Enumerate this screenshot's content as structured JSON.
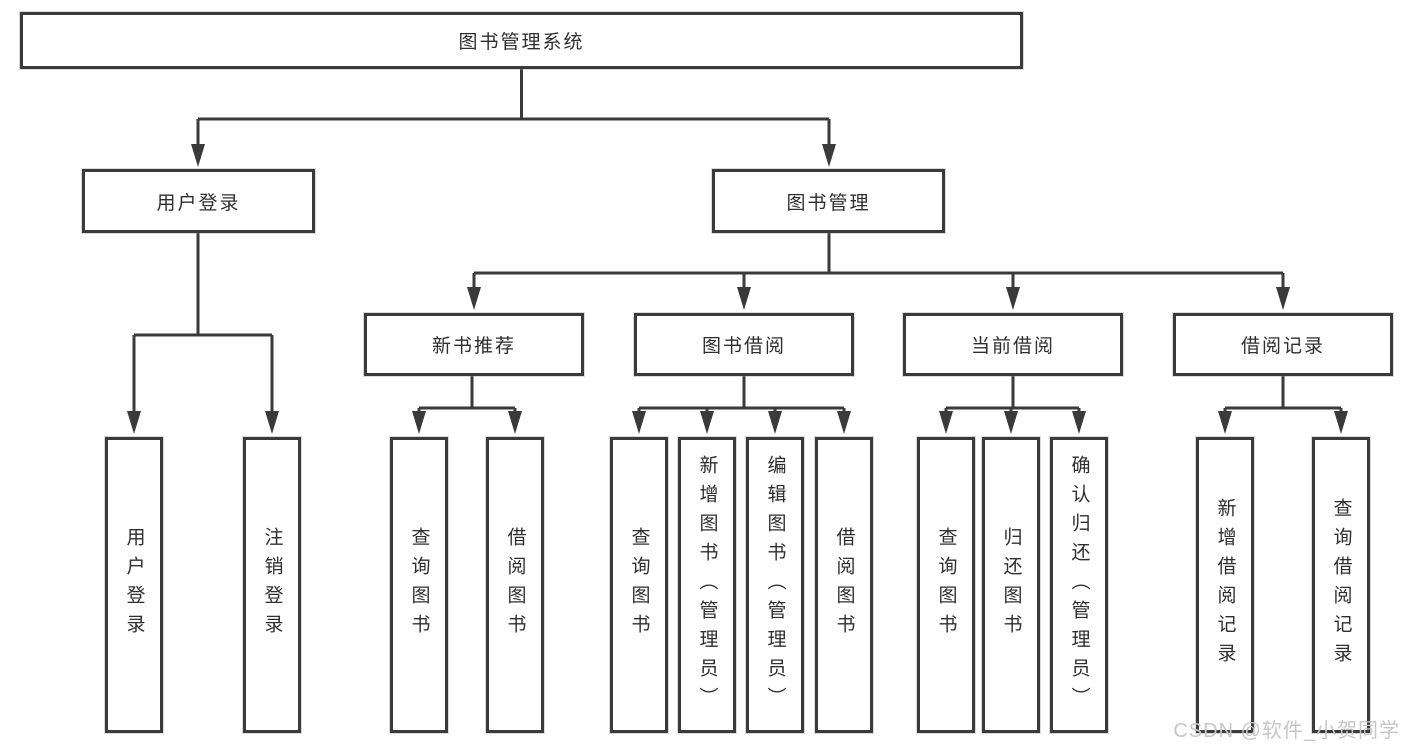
{
  "diagram": {
    "root": {
      "label": "图书管理系统"
    },
    "branches": [
      {
        "label": "用户登录",
        "children": [
          {
            "label": "用户登录"
          },
          {
            "label": "注销登录"
          }
        ]
      },
      {
        "label": "图书管理",
        "children": [
          {
            "label": "新书推荐",
            "children": [
              {
                "label": "查询图书"
              },
              {
                "label": "借阅图书"
              }
            ]
          },
          {
            "label": "图书借阅",
            "children": [
              {
                "label": "查询图书"
              },
              {
                "label": "新增图书（管理员）"
              },
              {
                "label": "编辑图书（管理员）"
              },
              {
                "label": "借阅图书"
              }
            ]
          },
          {
            "label": "当前借阅",
            "children": [
              {
                "label": "查询图书"
              },
              {
                "label": "归还图书"
              },
              {
                "label": "确认归还（管理员）"
              }
            ]
          },
          {
            "label": "借阅记录",
            "children": [
              {
                "label": "新增借阅记录"
              },
              {
                "label": "查询借阅记录"
              }
            ]
          }
        ]
      }
    ]
  },
  "watermark": {
    "text": "CSDN @软件_小贺同学"
  },
  "colors": {
    "line": "#3a3a3a",
    "text": "#2e2e2e",
    "background": "#ffffff",
    "watermark": "#c6c6c6"
  }
}
